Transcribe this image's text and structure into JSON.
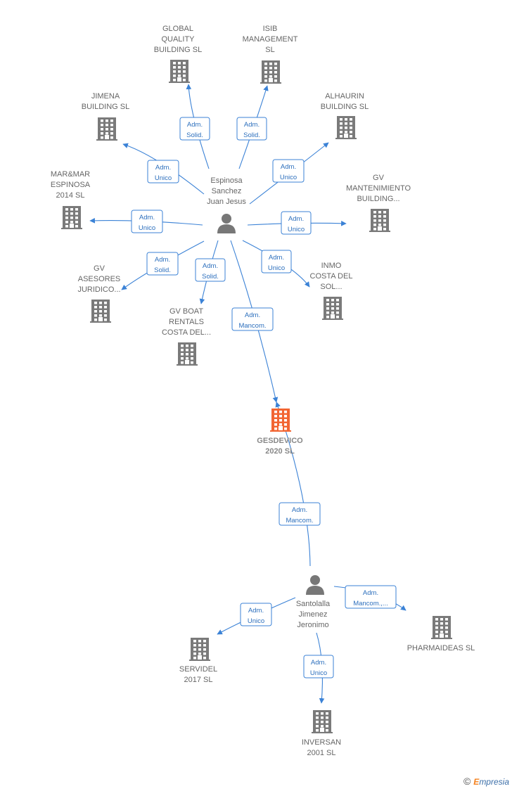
{
  "colors": {
    "company": "#7a7a7a",
    "highlight": "#f26532",
    "person": "#777777",
    "edge": "#3b82d6"
  },
  "companies": [
    {
      "id": "global",
      "lines": [
        "GLOBAL",
        "QUALITY",
        "BUILDING  SL"
      ]
    },
    {
      "id": "isib",
      "lines": [
        "ISIB",
        "MANAGEMENT",
        "SL"
      ]
    },
    {
      "id": "jimena",
      "lines": [
        "JIMENA",
        "BUILDING  SL"
      ]
    },
    {
      "id": "alhaurin",
      "lines": [
        "ALHAURIN",
        "BUILDING  SL"
      ]
    },
    {
      "id": "marmar",
      "lines": [
        "MAR&MAR",
        "ESPINOSA",
        "2014  SL"
      ]
    },
    {
      "id": "gvmant",
      "lines": [
        "GV",
        "MANTENIMIENTO",
        "BUILDING..."
      ]
    },
    {
      "id": "gvases",
      "lines": [
        "GV",
        "ASESORES",
        "JURIDICO..."
      ]
    },
    {
      "id": "gvboat",
      "lines": [
        "GV BOAT",
        "RENTALS",
        "COSTA DEL..."
      ]
    },
    {
      "id": "inmo",
      "lines": [
        "INMO",
        "COSTA DEL",
        "SOL..."
      ]
    },
    {
      "id": "gesdevico",
      "lines": [
        "GESDEVICO",
        "2020  SL"
      ],
      "main": true
    },
    {
      "id": "servidel",
      "lines": [
        "SERVIDEL",
        "2017  SL"
      ]
    },
    {
      "id": "pharma",
      "lines": [
        "PHARMAIDEAS SL"
      ]
    },
    {
      "id": "inversan",
      "lines": [
        "INVERSAN",
        "2001 SL"
      ]
    }
  ],
  "persons": [
    {
      "id": "espinosa",
      "lines": [
        "Espinosa",
        "Sanchez",
        "Juan Jesus"
      ]
    },
    {
      "id": "santolalla",
      "lines": [
        "Santolalla",
        "Jimenez",
        "Jeronimo"
      ]
    }
  ],
  "edges": [
    {
      "from": "espinosa",
      "to": "global",
      "lines": [
        "Adm.",
        "Solid."
      ]
    },
    {
      "from": "espinosa",
      "to": "isib",
      "lines": [
        "Adm.",
        "Solid."
      ]
    },
    {
      "from": "espinosa",
      "to": "jimena",
      "lines": [
        "Adm.",
        "Unico"
      ]
    },
    {
      "from": "espinosa",
      "to": "alhaurin",
      "lines": [
        "Adm.",
        "Unico"
      ]
    },
    {
      "from": "espinosa",
      "to": "marmar",
      "lines": [
        "Adm.",
        "Unico"
      ]
    },
    {
      "from": "espinosa",
      "to": "gvmant",
      "lines": [
        "Adm.",
        "Unico"
      ]
    },
    {
      "from": "espinosa",
      "to": "gvases",
      "lines": [
        "Adm.",
        "Solid."
      ]
    },
    {
      "from": "espinosa",
      "to": "gvboat",
      "lines": [
        "Adm.",
        "Solid."
      ]
    },
    {
      "from": "espinosa",
      "to": "inmo",
      "lines": [
        "Adm.",
        "Unico"
      ]
    },
    {
      "from": "espinosa",
      "to": "gesdevico",
      "lines": [
        "Adm.",
        "Mancom."
      ]
    },
    {
      "from": "santolalla",
      "to": "gesdevico",
      "lines": [
        "Adm.",
        "Mancom."
      ]
    },
    {
      "from": "santolalla",
      "to": "servidel",
      "lines": [
        "Adm.",
        "Unico"
      ]
    },
    {
      "from": "santolalla",
      "to": "pharma",
      "lines": [
        "Adm.",
        "Mancom.,..."
      ]
    },
    {
      "from": "santolalla",
      "to": "inversan",
      "lines": [
        "Adm.",
        "Unico"
      ]
    }
  ],
  "footer": {
    "copyright": "©",
    "brand_e": "E",
    "brand_rest": "mpresia"
  }
}
